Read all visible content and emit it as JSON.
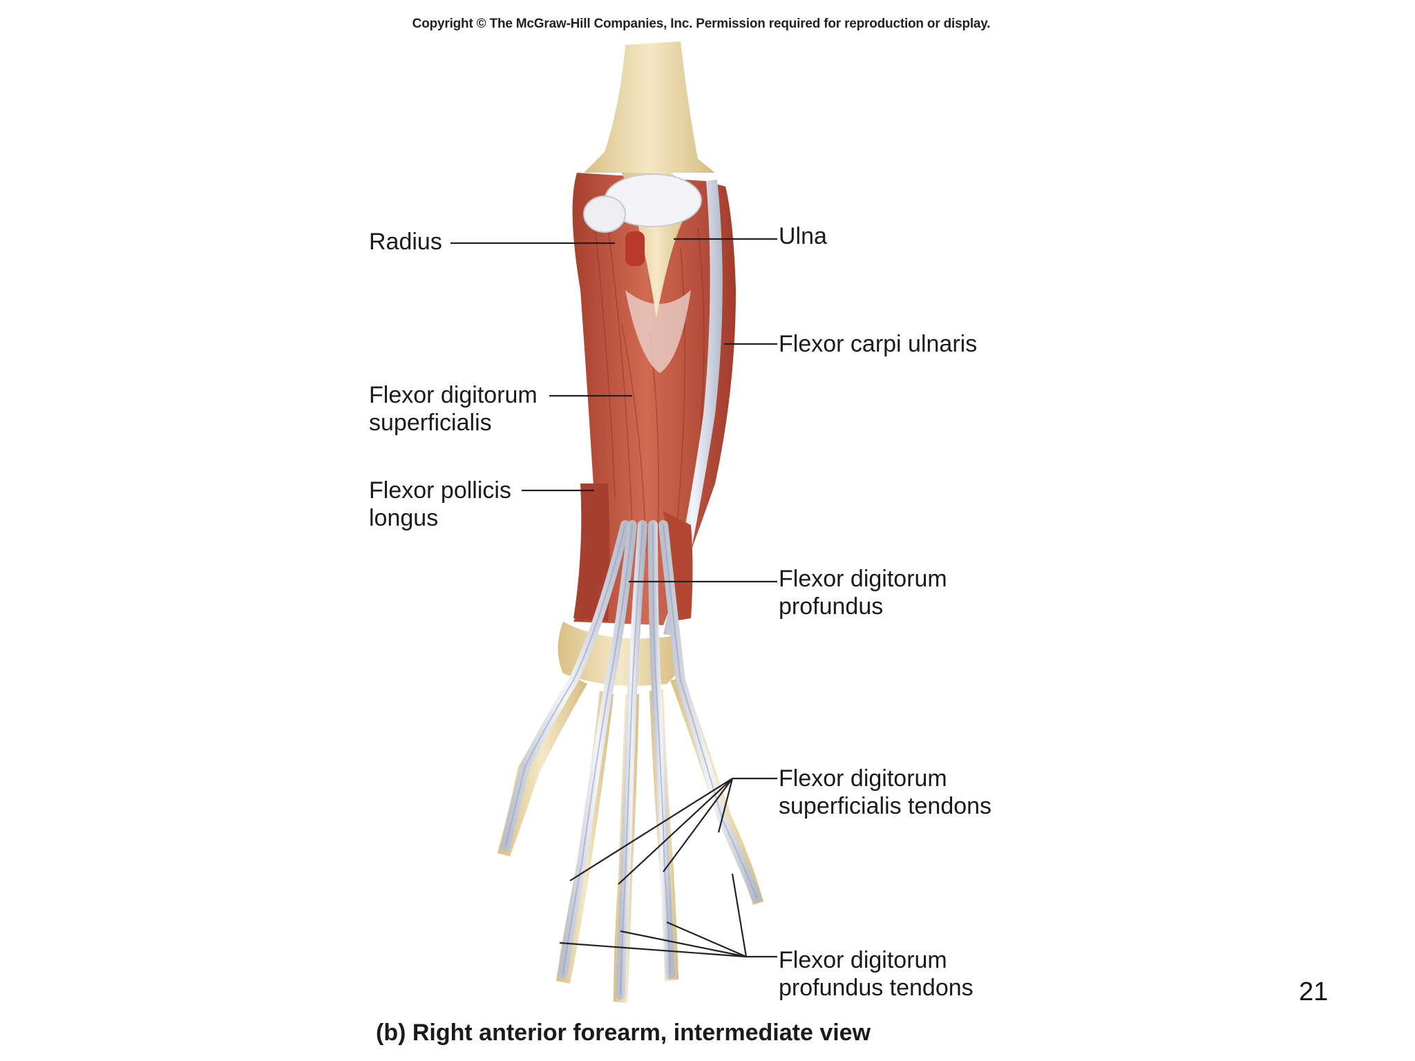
{
  "copyright": "Copyright © The McGraw-Hill Companies, Inc. Permission required for reproduction or display.",
  "labels": {
    "radius": "Radius",
    "ulna": "Ulna",
    "flexor_carpi_ulnaris": "Flexor carpi ulnaris",
    "flexor_digitorum_superficialis": "Flexor digitorum\nsuperficialis",
    "flexor_pollicis_longus": "Flexor pollicis\nlongus",
    "flexor_digitorum_profundus": "Flexor digitorum\nprofundus",
    "fds_tendons": "Flexor digitorum\nsuperficialis tendons",
    "fdp_tendons": "Flexor digitorum\nprofundus tendons"
  },
  "caption": "(b) Right anterior forearm, intermediate view",
  "slide_number": "21",
  "colors": {
    "background": "#ffffff",
    "muscle": "#c4533f",
    "muscle_dark": "#9e3a2b",
    "bone": "#ecd9a8",
    "tendon": "#dfe3ee",
    "leader": "#222222"
  }
}
